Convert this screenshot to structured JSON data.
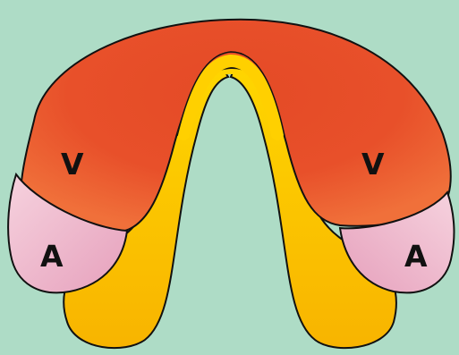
{
  "diagram": {
    "labels": {
      "left_upper": "V",
      "left_lower": "A",
      "right_upper": "V",
      "right_lower": "A"
    },
    "colors": {
      "background": "#aedcc6",
      "ventricle": "#e8502a",
      "ventricle_dark": "#c8301a",
      "atrium": "#e8a0bc",
      "atrium_light": "#f6d2de",
      "inner_tube": "#ffd000",
      "inner_tube_dark": "#f6a800",
      "outline": "#111111"
    }
  }
}
